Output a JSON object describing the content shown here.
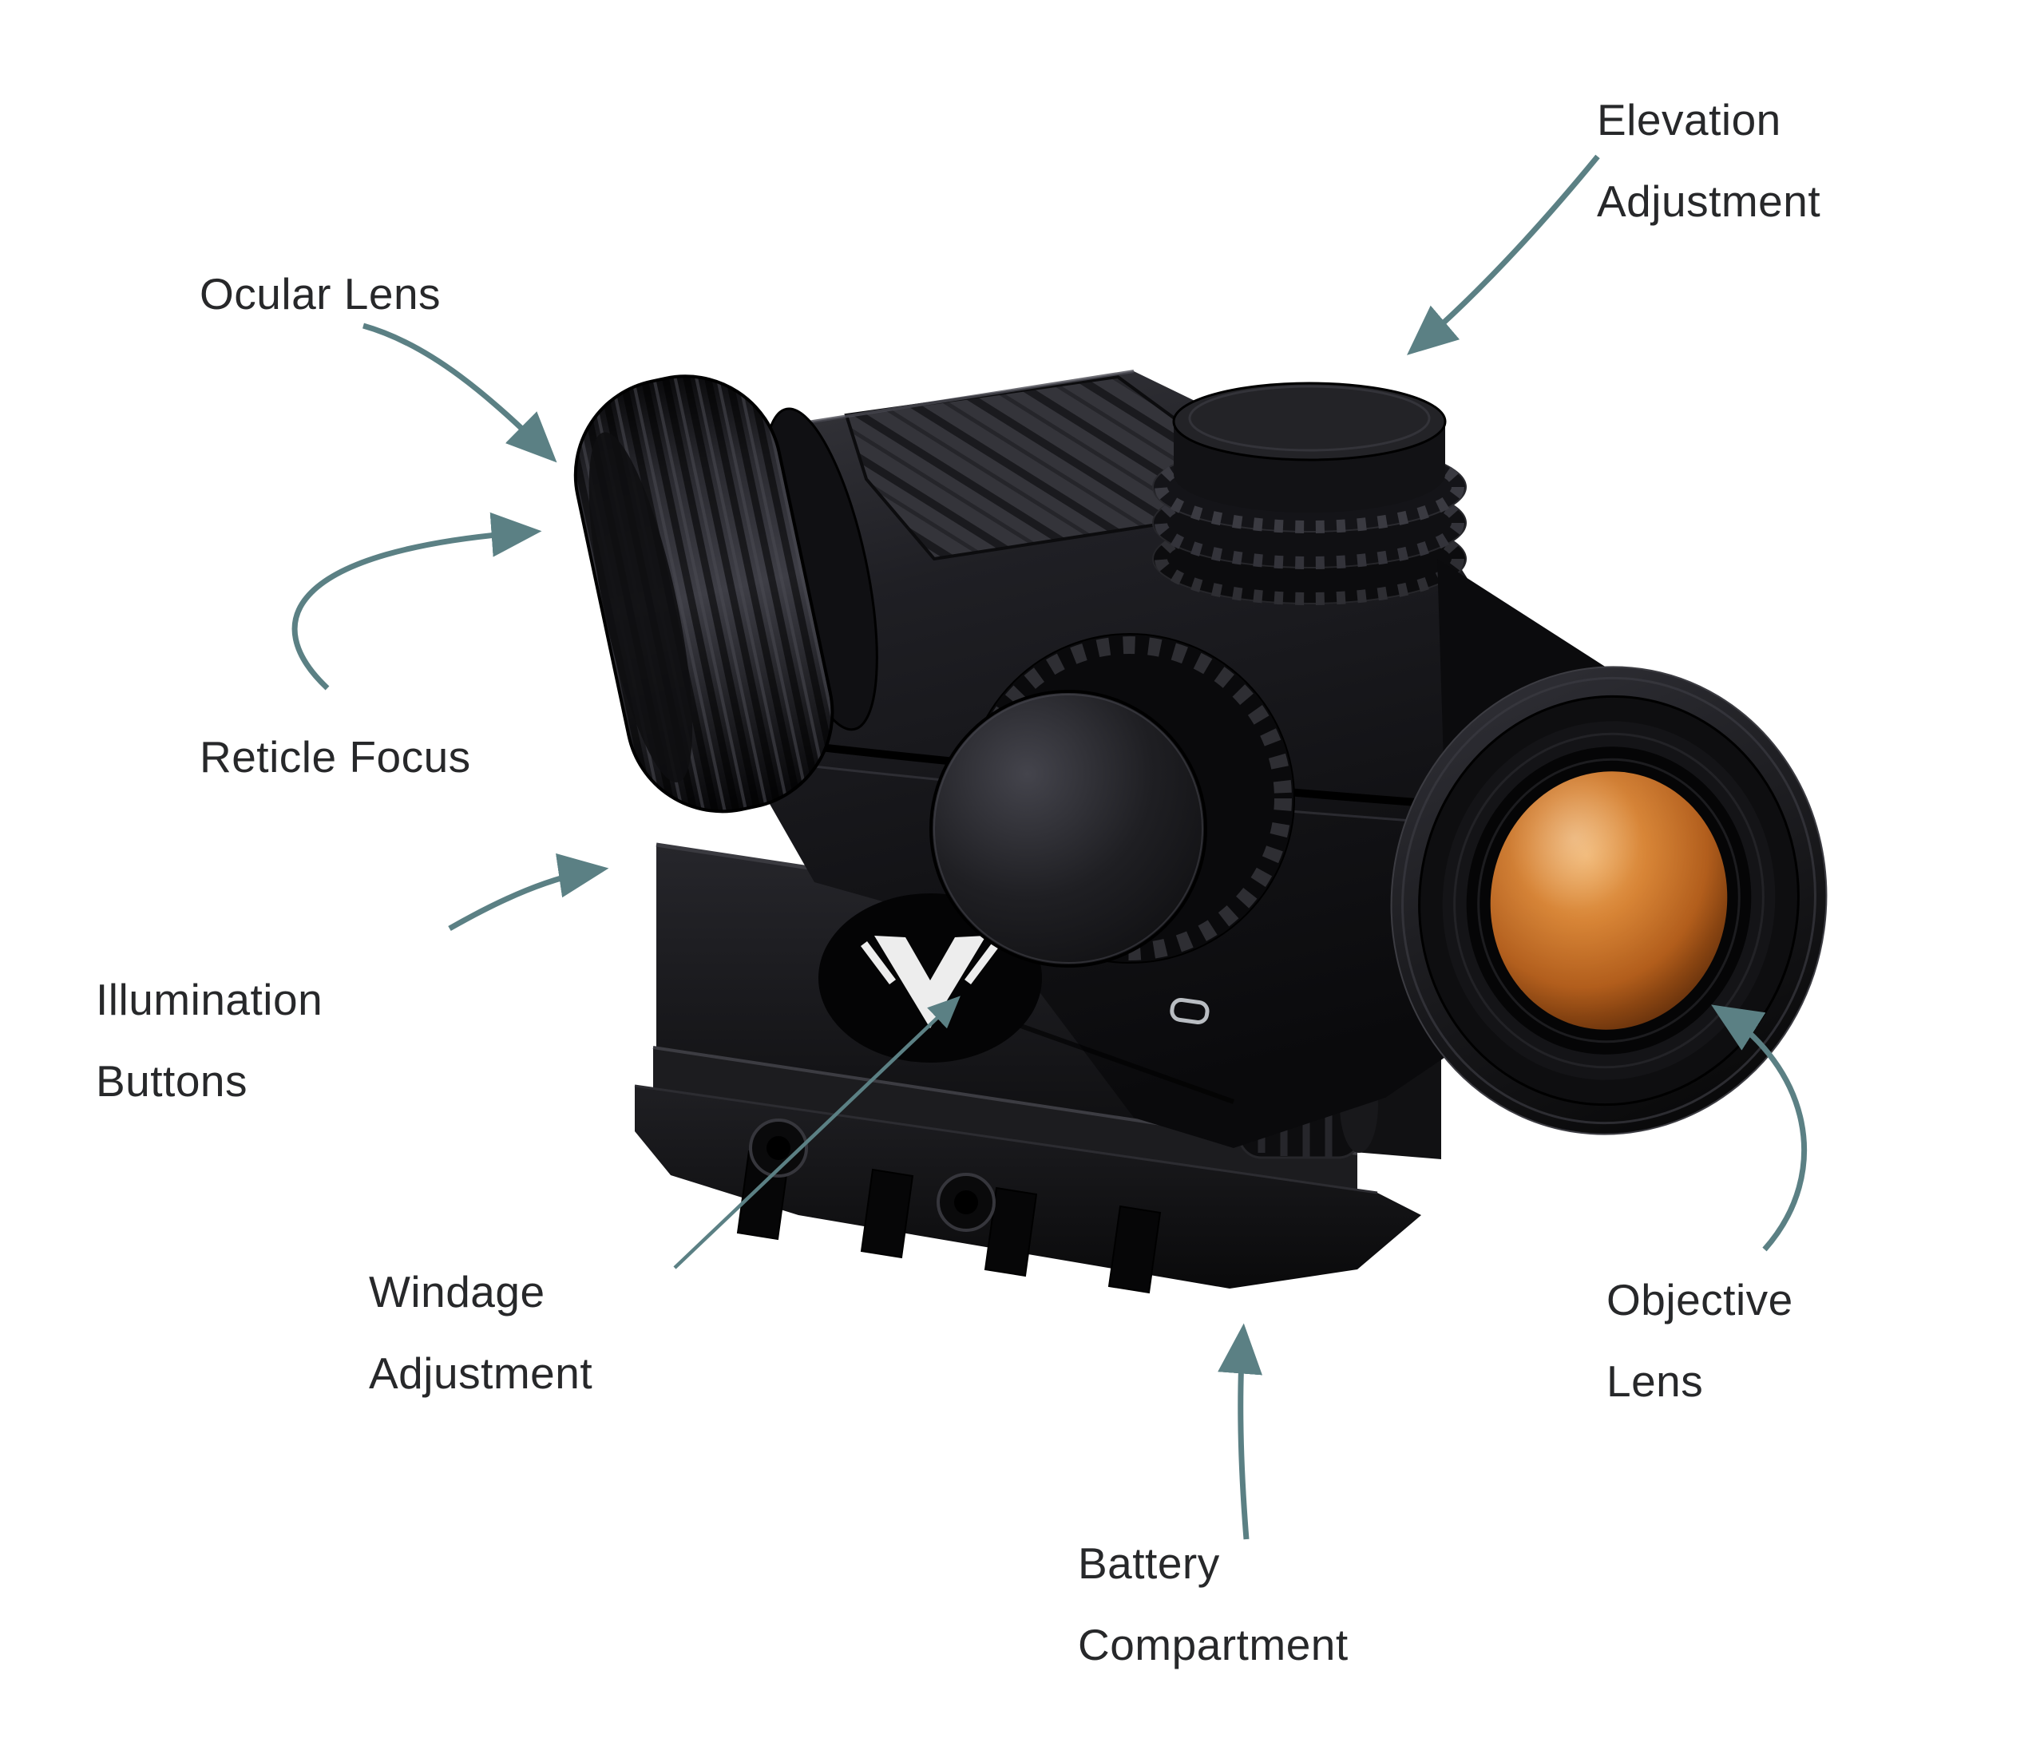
{
  "diagram": {
    "type": "labeled-parts-diagram",
    "subject": "red-dot-prism-sight",
    "labels": {
      "elevation_adjustment": "Elevation\nAdjustment",
      "ocular_lens": "Ocular Lens",
      "reticle_focus": "Reticle Focus",
      "illumination_buttons": "Illumination\nButtons",
      "windage_adjustment": "Windage\nAdjustment",
      "battery_compartment": "Battery\nCompartment",
      "objective_lens": "Objective\nLens"
    },
    "icons": {
      "logo": "vortex-bird-logo"
    },
    "colors": {
      "background": "#ffffff",
      "label_text": "#27282a",
      "arrow": "#5b8084",
      "scope_body": "#121215",
      "lens_amber": "#c4701f",
      "logo_white": "#ededed"
    }
  }
}
